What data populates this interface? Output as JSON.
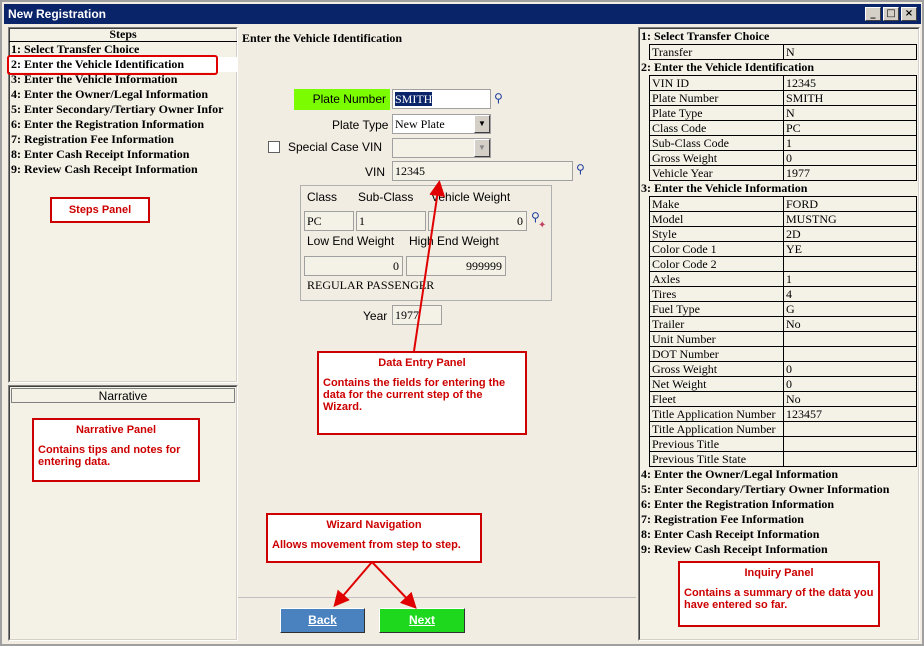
{
  "window": {
    "title": "New Registration"
  },
  "steps": {
    "header": "Steps",
    "items": [
      "1: Select Transfer Choice",
      "2: Enter the Vehicle Identification",
      "3: Enter the Vehicle Information",
      "4: Enter the Owner/Legal Information",
      "5: Enter  Secondary/Tertiary Owner Infor",
      "6: Enter the Registration Information",
      "7: Registration Fee Information",
      "8: Enter Cash Receipt Information",
      "9: Review Cash Receipt Information"
    ],
    "active_index": 1
  },
  "narrative": {
    "header": "Narrative"
  },
  "callouts": {
    "steps_panel": "Steps Panel",
    "narrative_title": "Narrative Panel",
    "narrative_body": "Contains tips and notes for entering data.",
    "data_entry_title": "Data Entry Panel",
    "data_entry_body": "Contains the fields for entering the data for the current step of the Wizard.",
    "wizard_title": "Wizard Navigation",
    "wizard_body": "Allows movement from step to step.",
    "inquiry_title": "Inquiry Panel",
    "inquiry_body": "Contains a summary of the data you have entered so far."
  },
  "form": {
    "heading": "Enter the Vehicle Identification",
    "plate_number_label": "Plate Number",
    "plate_number_value": "SMITH",
    "plate_type_label": "Plate Type",
    "plate_type_value": "New Plate",
    "special_case_label": "Special Case VIN",
    "special_case_checked": false,
    "special_case_value": "",
    "vin_label": "VIN",
    "vin_value": "12345",
    "class_label": "Class",
    "subclass_label": "Sub-Class",
    "vehicle_weight_label": "Vehicle  Weight",
    "class_value": "PC",
    "subclass_value": "1",
    "vehicle_weight_value": "0",
    "low_end_label": "Low End Weight",
    "high_end_label": "High End Weight",
    "low_end_value": "0",
    "high_end_value": "999999",
    "class_description": "REGULAR PASSENGER",
    "year_label": "Year",
    "year_value": "1977"
  },
  "nav": {
    "back": "Back",
    "next": "Next"
  },
  "inquiry": {
    "sections": [
      {
        "title": "1: Select Transfer Choice",
        "rows": [
          [
            "Transfer",
            "N"
          ]
        ]
      },
      {
        "title": "2: Enter the Vehicle Identification",
        "rows": [
          [
            "VIN ID",
            "12345"
          ],
          [
            "Plate Number",
            "SMITH"
          ],
          [
            "Plate Type",
            "N"
          ],
          [
            "Class Code",
            "PC"
          ],
          [
            "Sub-Class Code",
            "1"
          ],
          [
            "Gross Weight",
            "0"
          ],
          [
            "Vehicle Year",
            "1977"
          ]
        ]
      },
      {
        "title": "3: Enter the Vehicle Information",
        "rows": [
          [
            "Make",
            "FORD"
          ],
          [
            "Model",
            "MUSTNG"
          ],
          [
            "Style",
            "2D"
          ],
          [
            "Color Code 1",
            "YE"
          ],
          [
            "Color Code 2",
            ""
          ],
          [
            "Axles",
            "1"
          ],
          [
            "Tires",
            "4"
          ],
          [
            "Fuel Type",
            "G"
          ],
          [
            "Trailer",
            "No"
          ],
          [
            "Unit Number",
            ""
          ],
          [
            "DOT Number",
            ""
          ],
          [
            "Gross Weight",
            "0"
          ],
          [
            "Net Weight",
            "0"
          ],
          [
            "Fleet",
            "No"
          ],
          [
            "Title Application Number",
            "123457"
          ],
          [
            "Title Application Number",
            ""
          ],
          [
            "Previous Title",
            ""
          ],
          [
            "Previous Title State",
            ""
          ]
        ]
      },
      {
        "title": "4: Enter the Owner/Legal Information",
        "rows": []
      },
      {
        "title": "5: Enter Secondary/Tertiary Owner Information",
        "rows": []
      },
      {
        "title": "6: Enter the Registration Information",
        "rows": []
      },
      {
        "title": "7: Registration Fee Information",
        "rows": []
      },
      {
        "title": "8: Enter Cash Receipt Information",
        "rows": []
      },
      {
        "title": "9: Review Cash Receipt Information",
        "rows": []
      }
    ]
  },
  "colors": {
    "titlebar": "#0a246a",
    "plate_label_bg": "#7cfc00",
    "back_button": "#4a82c0",
    "next_button": "#1ed81e",
    "callout_red": "#cc0000"
  }
}
